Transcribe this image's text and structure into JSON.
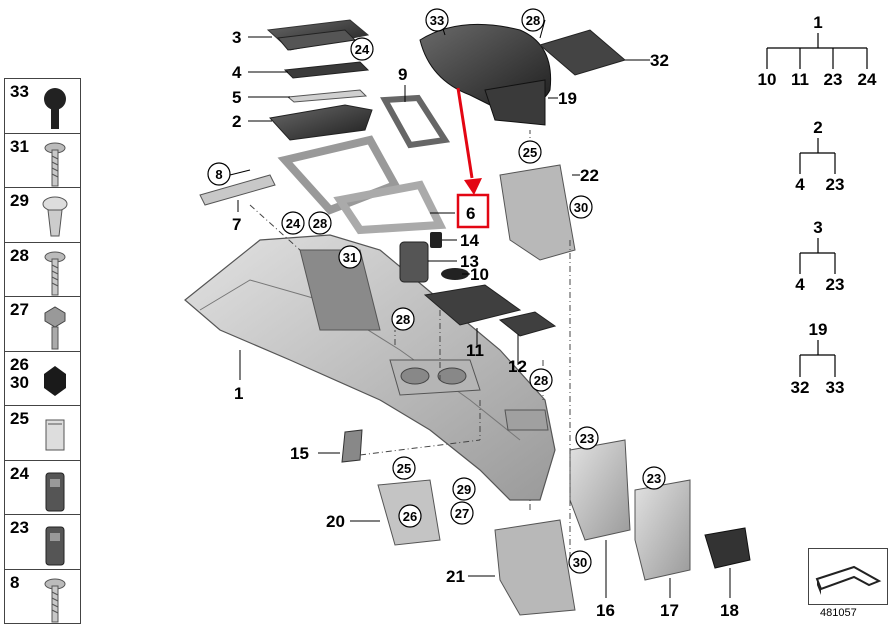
{
  "legend": [
    {
      "nums": [
        "33"
      ],
      "icon": "knob-icon"
    },
    {
      "nums": [
        "31"
      ],
      "icon": "screw-icon"
    },
    {
      "nums": [
        "29"
      ],
      "icon": "expansion-rivet-icon"
    },
    {
      "nums": [
        "28"
      ],
      "icon": "screw-icon"
    },
    {
      "nums": [
        "27"
      ],
      "icon": "flange-bolt-icon"
    },
    {
      "nums": [
        "26",
        "30"
      ],
      "icon": "hex-nut-icon"
    },
    {
      "nums": [
        "25"
      ],
      "icon": "spring-nut-icon"
    },
    {
      "nums": [
        "24"
      ],
      "icon": "clip-icon"
    },
    {
      "nums": [
        "23"
      ],
      "icon": "clip-icon"
    },
    {
      "nums": [
        "8"
      ],
      "icon": "screw-icon"
    }
  ],
  "callouts": {
    "c1": "1",
    "c2": "2",
    "c3": "3",
    "c4": "4",
    "c5": "5",
    "c6": "6",
    "c7": "7",
    "c9": "9",
    "c10": "10",
    "c11": "11",
    "c12": "12",
    "c13": "13",
    "c14": "14",
    "c15": "15",
    "c16": "16",
    "c17": "17",
    "c18": "18",
    "c19": "19",
    "c20": "20",
    "c21": "21",
    "c22": "22",
    "c32": "32"
  },
  "circled": {
    "k33": "33",
    "k28a": "28",
    "k24a": "24",
    "k8": "8",
    "k24b": "24",
    "k28b": "28",
    "k31": "31",
    "k25a": "25",
    "k30a": "30",
    "k28c": "28",
    "k28d": "28",
    "k23a": "23",
    "k23b": "23",
    "k25b": "25",
    "k29": "29",
    "k26": "26",
    "k27": "27",
    "k30b": "30"
  },
  "tree": [
    {
      "parent": "1",
      "children": [
        "10",
        "11",
        "23",
        "24"
      ]
    },
    {
      "parent": "2",
      "children": [
        "4",
        "23"
      ]
    },
    {
      "parent": "3",
      "children": [
        "4",
        "23"
      ]
    },
    {
      "parent": "19",
      "children": [
        "32",
        "33"
      ]
    }
  ],
  "highlight_color": "#e30613",
  "doc_number": "481057"
}
